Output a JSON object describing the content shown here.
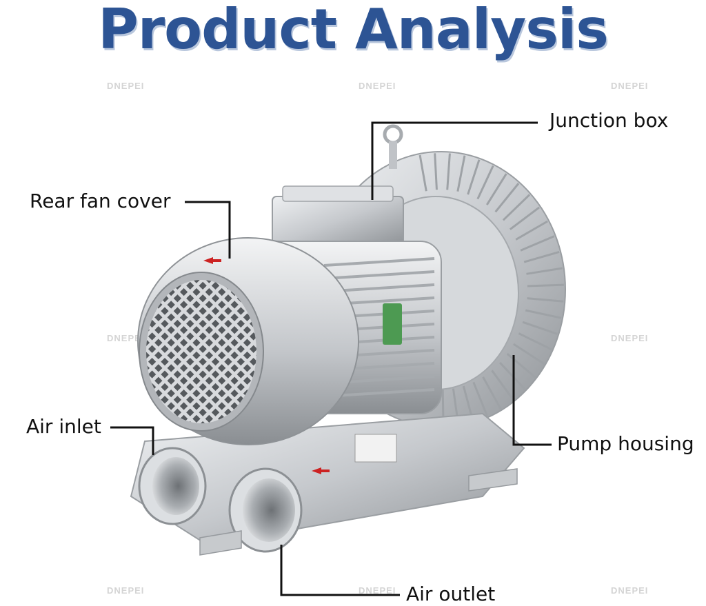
{
  "title": "Product Analysis",
  "watermark": "DNEPEI",
  "labels": {
    "junction_box": "Junction box",
    "rear_fan_cover": "Rear fan cover",
    "air_inlet": "Air inlet",
    "pump_housing": "Pump housing",
    "air_outlet": "Air outlet"
  },
  "colors": {
    "title": "#2d5494",
    "metal": "#c9ccd0",
    "leader": "#111111"
  }
}
